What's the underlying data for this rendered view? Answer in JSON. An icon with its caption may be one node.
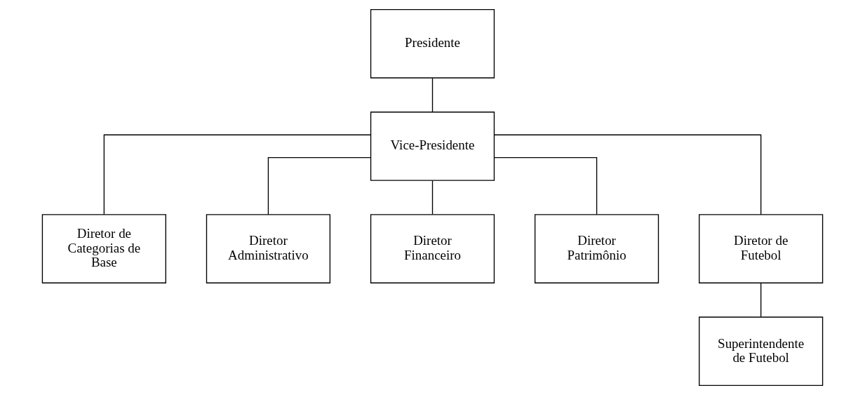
{
  "diagram": {
    "nodes": [
      {
        "text": [
          "Presidente"
        ]
      },
      {
        "text": [
          "Vice-Presidente"
        ]
      },
      {
        "text": [
          "Diretor de Categorias de Base"
        ]
      },
      {
        "text": [
          "Diretor Administrativo"
        ]
      },
      {
        "text": [
          "Diretor Financeiro"
        ]
      },
      {
        "text": [
          "Diretor Patrimônio"
        ]
      },
      {
        "text": [
          "Diretor de Futebol"
        ]
      },
      {
        "text": [
          "Superintendente de Futebol"
        ]
      }
    ],
    "edges": [
      {
        "from": 0,
        "to": 1,
        "arrow": "none"
      },
      {
        "from": 1,
        "to": 2,
        "arrow": "none"
      },
      {
        "from": 1,
        "to": 3,
        "arrow": "none"
      },
      {
        "from": 1,
        "to": 4,
        "arrow": "none"
      },
      {
        "from": 1,
        "to": 5,
        "arrow": "none"
      },
      {
        "from": 1,
        "to": 6,
        "arrow": "none"
      },
      {
        "from": 6,
        "to": 7,
        "arrow": "none"
      }
    ]
  }
}
